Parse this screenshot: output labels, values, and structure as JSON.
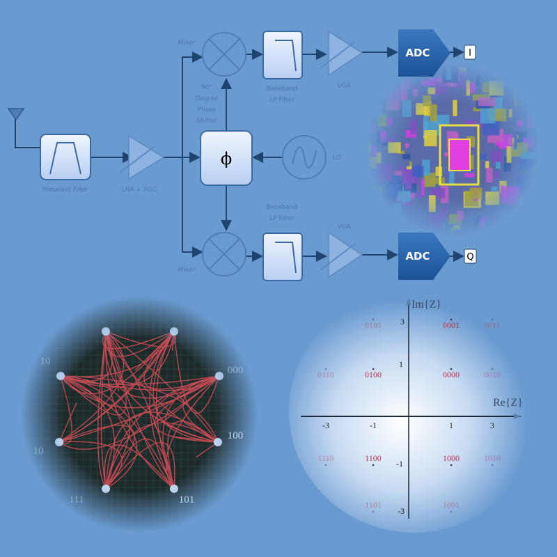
{
  "block_diagram": {
    "labels": {
      "mixer_top": "Mixer",
      "mixer_bottom": "Mixer",
      "phase_shifter": [
        "90°",
        "Degree",
        "Phase",
        "Shifter"
      ],
      "phase_symbol": "ϕ",
      "preselect_filter": "Preselect Filter",
      "lna_agc": "LNA + AGC",
      "baseband_top": [
        "Baseband",
        "LP Filter"
      ],
      "baseband_bottom": [
        "Baseband",
        "LP Filter"
      ],
      "vga_top": "VGA",
      "vga_bottom": "VGA",
      "lo": "LO",
      "adc_top": "ADC",
      "adc_bottom": "ADC",
      "out_i": "I",
      "out_q": "Q"
    },
    "colors": {
      "background": "#6a9bd0",
      "lines": "#1f4470",
      "adc": "#2a64a8",
      "block_fill": "#dbe7fb"
    }
  },
  "psk_constellation": {
    "labels": [
      "10",
      "000",
      "100",
      "101",
      "111",
      "10"
    ],
    "colors": {
      "trace": "#e0505a",
      "points": "#c8daf0",
      "background": "#1e2a2a"
    }
  },
  "chart_data": {
    "type": "scatter",
    "xlabel": "Re{Z}",
    "ylabel": "Im{Z}",
    "xticks": [
      "-3",
      "-1",
      "1",
      "3"
    ],
    "yticks": [
      "3",
      "1",
      "-1",
      "-3"
    ],
    "points": [
      {
        "x": -1,
        "y": 3,
        "label": "0101",
        "faded": true
      },
      {
        "x": 1,
        "y": 3,
        "label": "0001",
        "faded": false
      },
      {
        "x": 3,
        "y": 3,
        "label": "0011",
        "faded": true
      },
      {
        "x": -3,
        "y": 1,
        "label": "0110",
        "faded": true
      },
      {
        "x": -1,
        "y": 1,
        "label": "0100",
        "faded": false
      },
      {
        "x": 1,
        "y": 1,
        "label": "0000",
        "faded": false
      },
      {
        "x": 3,
        "y": 1,
        "label": "0010",
        "faded": true
      },
      {
        "x": -3,
        "y": -1,
        "label": "1110",
        "faded": true
      },
      {
        "x": -1,
        "y": -1,
        "label": "1100",
        "faded": false
      },
      {
        "x": 1,
        "y": -1,
        "label": "1000",
        "faded": false
      },
      {
        "x": 3,
        "y": -1,
        "label": "1010",
        "faded": true
      },
      {
        "x": -1,
        "y": -3,
        "label": "1101",
        "faded": true
      },
      {
        "x": 1,
        "y": -3,
        "label": "1001",
        "faded": true
      }
    ],
    "colors": {
      "label": "#c0304a",
      "axis": "#1e2a3a"
    }
  }
}
